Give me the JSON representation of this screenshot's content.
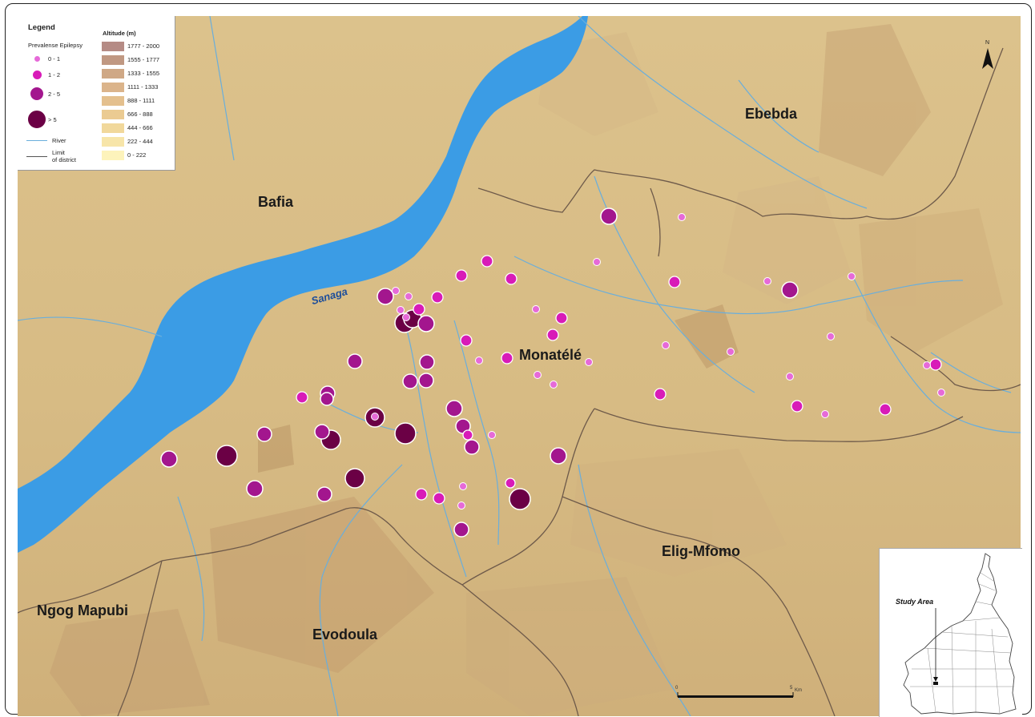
{
  "legend": {
    "title": "Legend",
    "prevalence_title": "Prevalense Epilepsy",
    "altitude_title": "Altitude (m)",
    "prevalence_classes": [
      {
        "label": "0 - 1",
        "color": "#e66ad8"
      },
      {
        "label": "1 - 2",
        "color": "#d81bb8"
      },
      {
        "label": "2 - 5",
        "color": "#a3168e"
      },
      {
        "label": "> 5",
        "color": "#6b0045"
      }
    ],
    "river_label": "River",
    "limit_label_line1": "Limit",
    "limit_label_line2": "of district",
    "altitude_classes": [
      {
        "label": "1777 - 2000",
        "color": "#b58b85"
      },
      {
        "label": "1555 - 1777",
        "color": "#c09882"
      },
      {
        "label": "1333 - 1555",
        "color": "#cfa886"
      },
      {
        "label": "1111 - 1333",
        "color": "#dbb48b"
      },
      {
        "label": "888 - 1111",
        "color": "#e4c08e"
      },
      {
        "label": "666 - 888",
        "color": "#ebcb92"
      },
      {
        "label": "444 - 666",
        "color": "#f1d89b"
      },
      {
        "label": "222 - 444",
        "color": "#f7e5a9"
      },
      {
        "label": "0 - 222",
        "color": "#fdf3bb"
      }
    ]
  },
  "colors": {
    "water": "#3b9ce5",
    "river_line": "#6aaedb",
    "boundary": "#6e5a4a",
    "terrain": "#dcc28c",
    "terrain_dark": "#cba977",
    "terrain_light": "#e8d5a2"
  },
  "places": {
    "bafia": "Bafia",
    "ebebda": "Ebebda",
    "monatele": "Monatélé",
    "elig_mfomo": "Elig-Mfomo",
    "ngog_mapubi": "Ngog Mapubi",
    "evodoula": "Evodoula"
  },
  "river_name": "Sanaga",
  "inset": {
    "label": "Study Area"
  },
  "north_arrow": {
    "label": "N"
  },
  "scale_bar": {
    "ticks": [
      "0",
      "5"
    ],
    "unit": "Km"
  }
}
